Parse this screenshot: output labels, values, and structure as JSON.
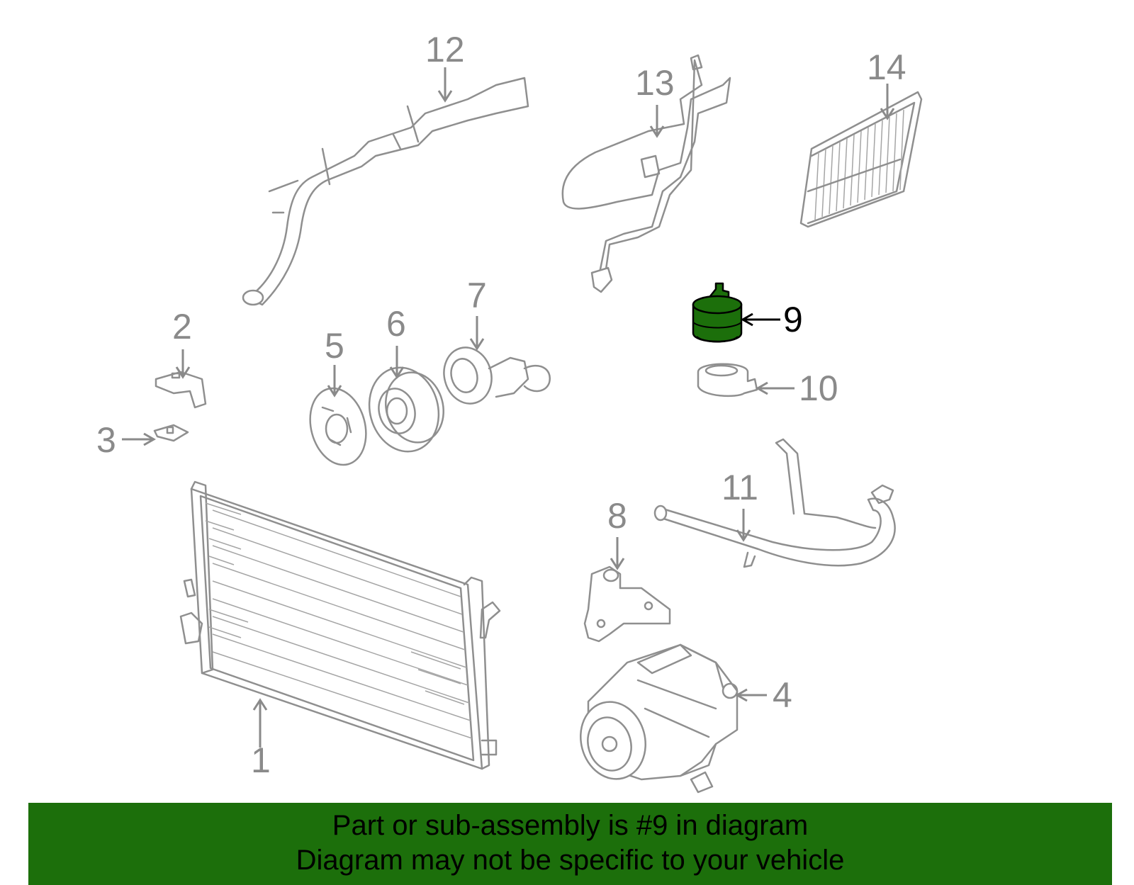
{
  "callouts": [
    {
      "id": "1",
      "label": "1"
    },
    {
      "id": "2",
      "label": "2"
    },
    {
      "id": "3",
      "label": "3"
    },
    {
      "id": "4",
      "label": "4"
    },
    {
      "id": "5",
      "label": "5"
    },
    {
      "id": "6",
      "label": "6"
    },
    {
      "id": "7",
      "label": "7"
    },
    {
      "id": "8",
      "label": "8"
    },
    {
      "id": "9",
      "label": "9"
    },
    {
      "id": "10",
      "label": "10"
    },
    {
      "id": "11",
      "label": "11"
    },
    {
      "id": "12",
      "label": "12"
    },
    {
      "id": "13",
      "label": "13"
    },
    {
      "id": "14",
      "label": "14"
    }
  ],
  "highlighted_part": "9",
  "colors": {
    "highlight": "#1c6f0b",
    "part_line": "#8f8f8f",
    "callout_text": "#8a8a8a",
    "active_text": "#000000"
  },
  "banner": {
    "line1": "Part or sub-assembly is #9 in diagram",
    "line2": "Diagram may not be specific to your vehicle"
  }
}
